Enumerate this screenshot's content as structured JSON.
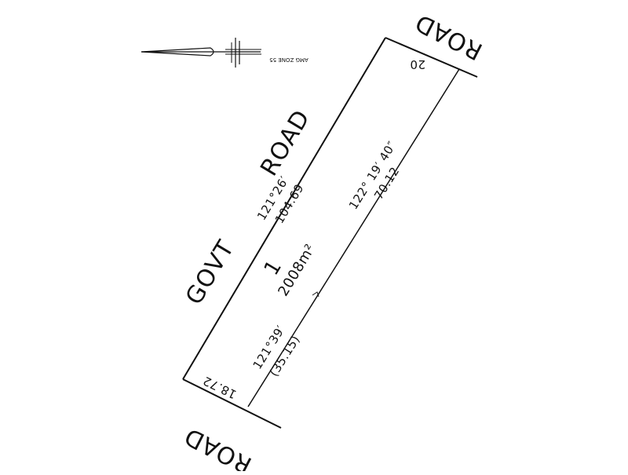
{
  "plan": {
    "roads": {
      "govt": "GOVT",
      "govt_road": "ROAD",
      "top_road": "ROAD",
      "bottom_road": "ROAD"
    },
    "lot": {
      "number": "1",
      "area": "2008m²"
    },
    "dimensions": {
      "west_bearing": "121°26′",
      "west_length": "104.69",
      "east_upper_bearing": "122° 19′ 40″",
      "east_upper_length": "70.12",
      "east_lower_bearing": "121°39′",
      "east_lower_length": "(35.15)",
      "north_length": "20",
      "south_length": "18.72"
    },
    "north_arrow": {
      "label": "AMG ZONE 55"
    }
  }
}
